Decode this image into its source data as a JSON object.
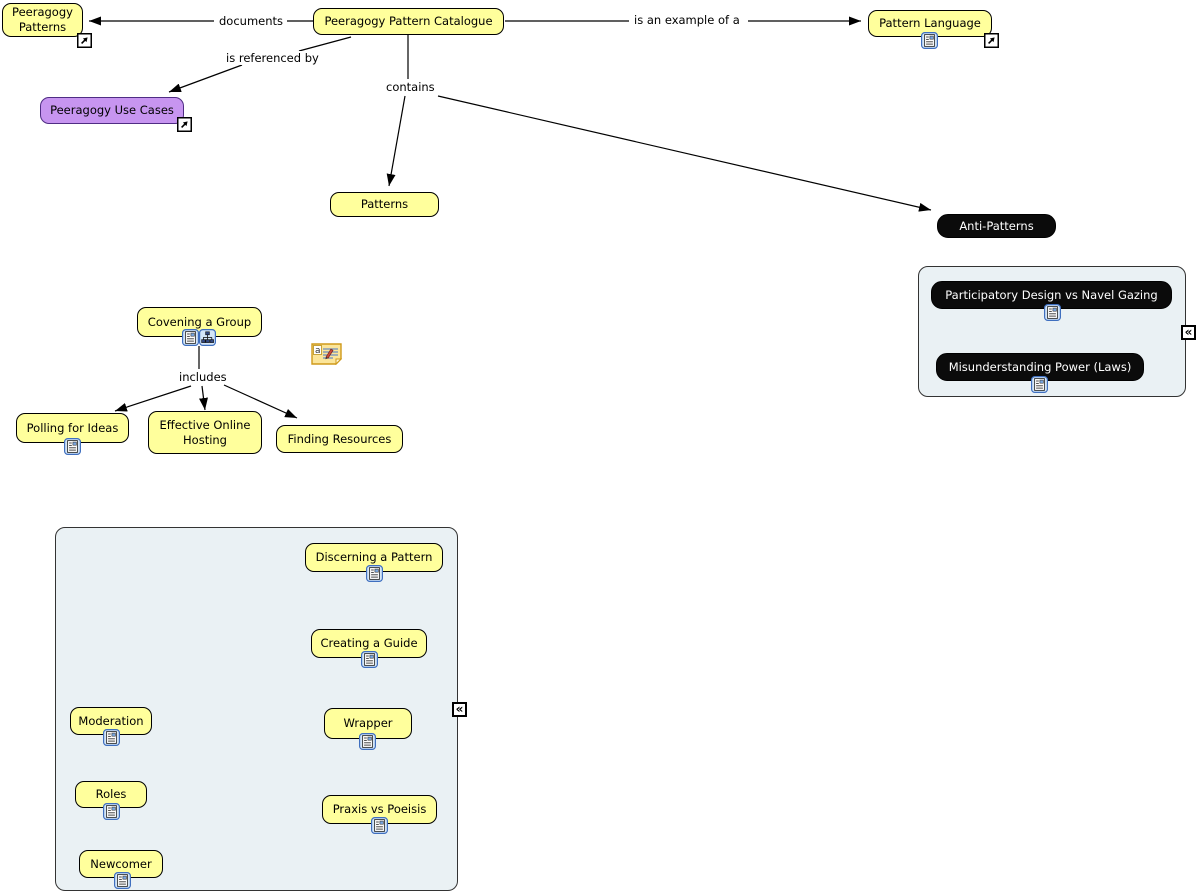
{
  "app": {
    "title": "Peeragogy Pattern Catalogue concept map"
  },
  "nodes": {
    "peeragogy_patterns": {
      "label": "Peeragogy Patterns"
    },
    "catalogue": {
      "label": "Peeragogy Pattern Catalogue"
    },
    "pattern_language": {
      "label": "Pattern Language"
    },
    "use_cases": {
      "label": "Peeragogy Use Cases"
    },
    "patterns": {
      "label": "Patterns"
    },
    "anti_patterns": {
      "label": "Anti-Patterns"
    },
    "participatory": {
      "label": "Participatory Design vs Navel Gazing"
    },
    "misunderstanding": {
      "label": "Misunderstanding Power (Laws)"
    },
    "covening": {
      "label": "Covening a Group"
    },
    "polling": {
      "label": "Polling for Ideas"
    },
    "effective": {
      "label": "Effective Online Hosting"
    },
    "finding": {
      "label": "Finding Resources"
    },
    "discerning": {
      "label": "Discerning a Pattern"
    },
    "creating": {
      "label": "Creating a Guide"
    },
    "moderation": {
      "label": "Moderation"
    },
    "wrapper": {
      "label": "Wrapper"
    },
    "roles": {
      "label": "Roles"
    },
    "praxis": {
      "label": "Praxis vs Poeisis"
    },
    "newcomer": {
      "label": "Newcomer"
    }
  },
  "link_labels": {
    "documents": "documents",
    "example": "is an example of a",
    "referenced": "is referenced by",
    "contains": "contains",
    "includes": "includes"
  },
  "icons": {
    "document": "document-resource-icon",
    "concept_map": "concept-map-icon",
    "external_link": "external-link-icon",
    "annotation": "annotation-note-icon",
    "collapse_glyph": "«"
  },
  "colors": {
    "node_yellow": "#FFFF9C",
    "node_purple": "#C795F0",
    "node_black": "#0B0B0B",
    "box_fill": "#EAF1F4",
    "line": "#000000"
  }
}
